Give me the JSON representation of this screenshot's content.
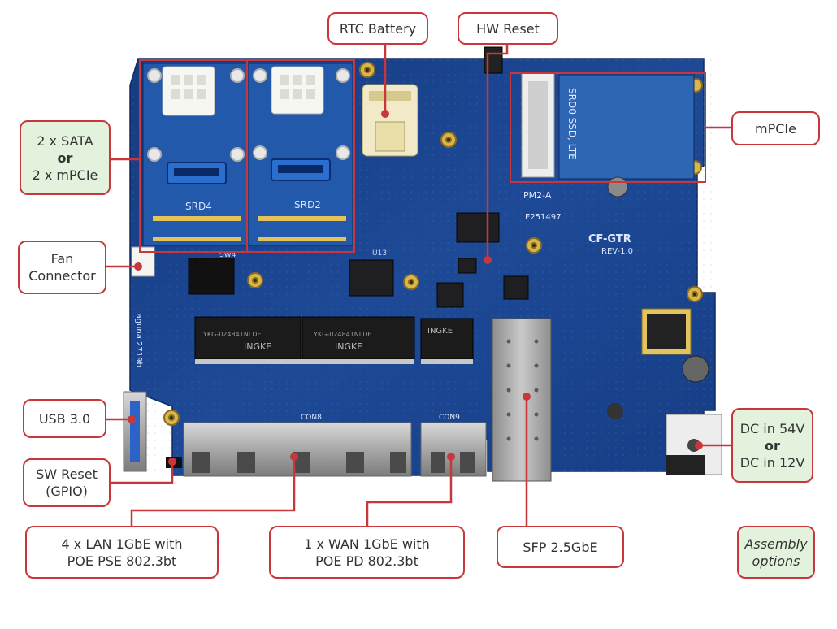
{
  "callouts": {
    "rtc_battery": "RTC Battery",
    "hw_reset": "HW Reset",
    "mpcie": "mPCIe",
    "sata_or_mpcie": {
      "line1": "2 x SATA",
      "line2": "or",
      "line3": "2 x mPCIe"
    },
    "fan_connector": {
      "line1": "Fan",
      "line2": "Connector"
    },
    "usb": "USB 3.0",
    "sw_reset": {
      "line1": "SW Reset",
      "line2": "(GPIO)"
    },
    "lan": {
      "line1": "4 x LAN 1GbE with",
      "line2": "POE PSE 802.3bt"
    },
    "wan": {
      "line1": "1 x WAN 1GbE with",
      "line2": "POE PD 802.3bt"
    },
    "sfp": "SFP 2.5GbE",
    "dc_in": {
      "line1": "DC in 54V",
      "line2": "or",
      "line3": "DC in 12V"
    },
    "assembly": {
      "line1": "Assembly",
      "line2": "options"
    }
  },
  "board_labels": {
    "srd4": "SRD4",
    "srd2": "SRD2",
    "cf_gtr": "CF-GTR",
    "rev": "REV-1.0",
    "ingke_1": "INGKE",
    "ingke_2": "INGKE",
    "ingke_3": "INGKE",
    "part_1": "YKG-024841NLDE",
    "part_2": "YKG-024841NLDE",
    "con9": "CON9",
    "con8": "CON8",
    "sw4": "SW4",
    "u13": "U13",
    "laguna": "Laguna 2719b",
    "ssd_label": "SRD0 SSD, LTE",
    "m2a": "PM2-A",
    "ref": "E251497"
  },
  "colors": {
    "accent_red": "#c8373b",
    "green_fill": "#e2f2dc",
    "board_blue": "#1d3f86"
  }
}
